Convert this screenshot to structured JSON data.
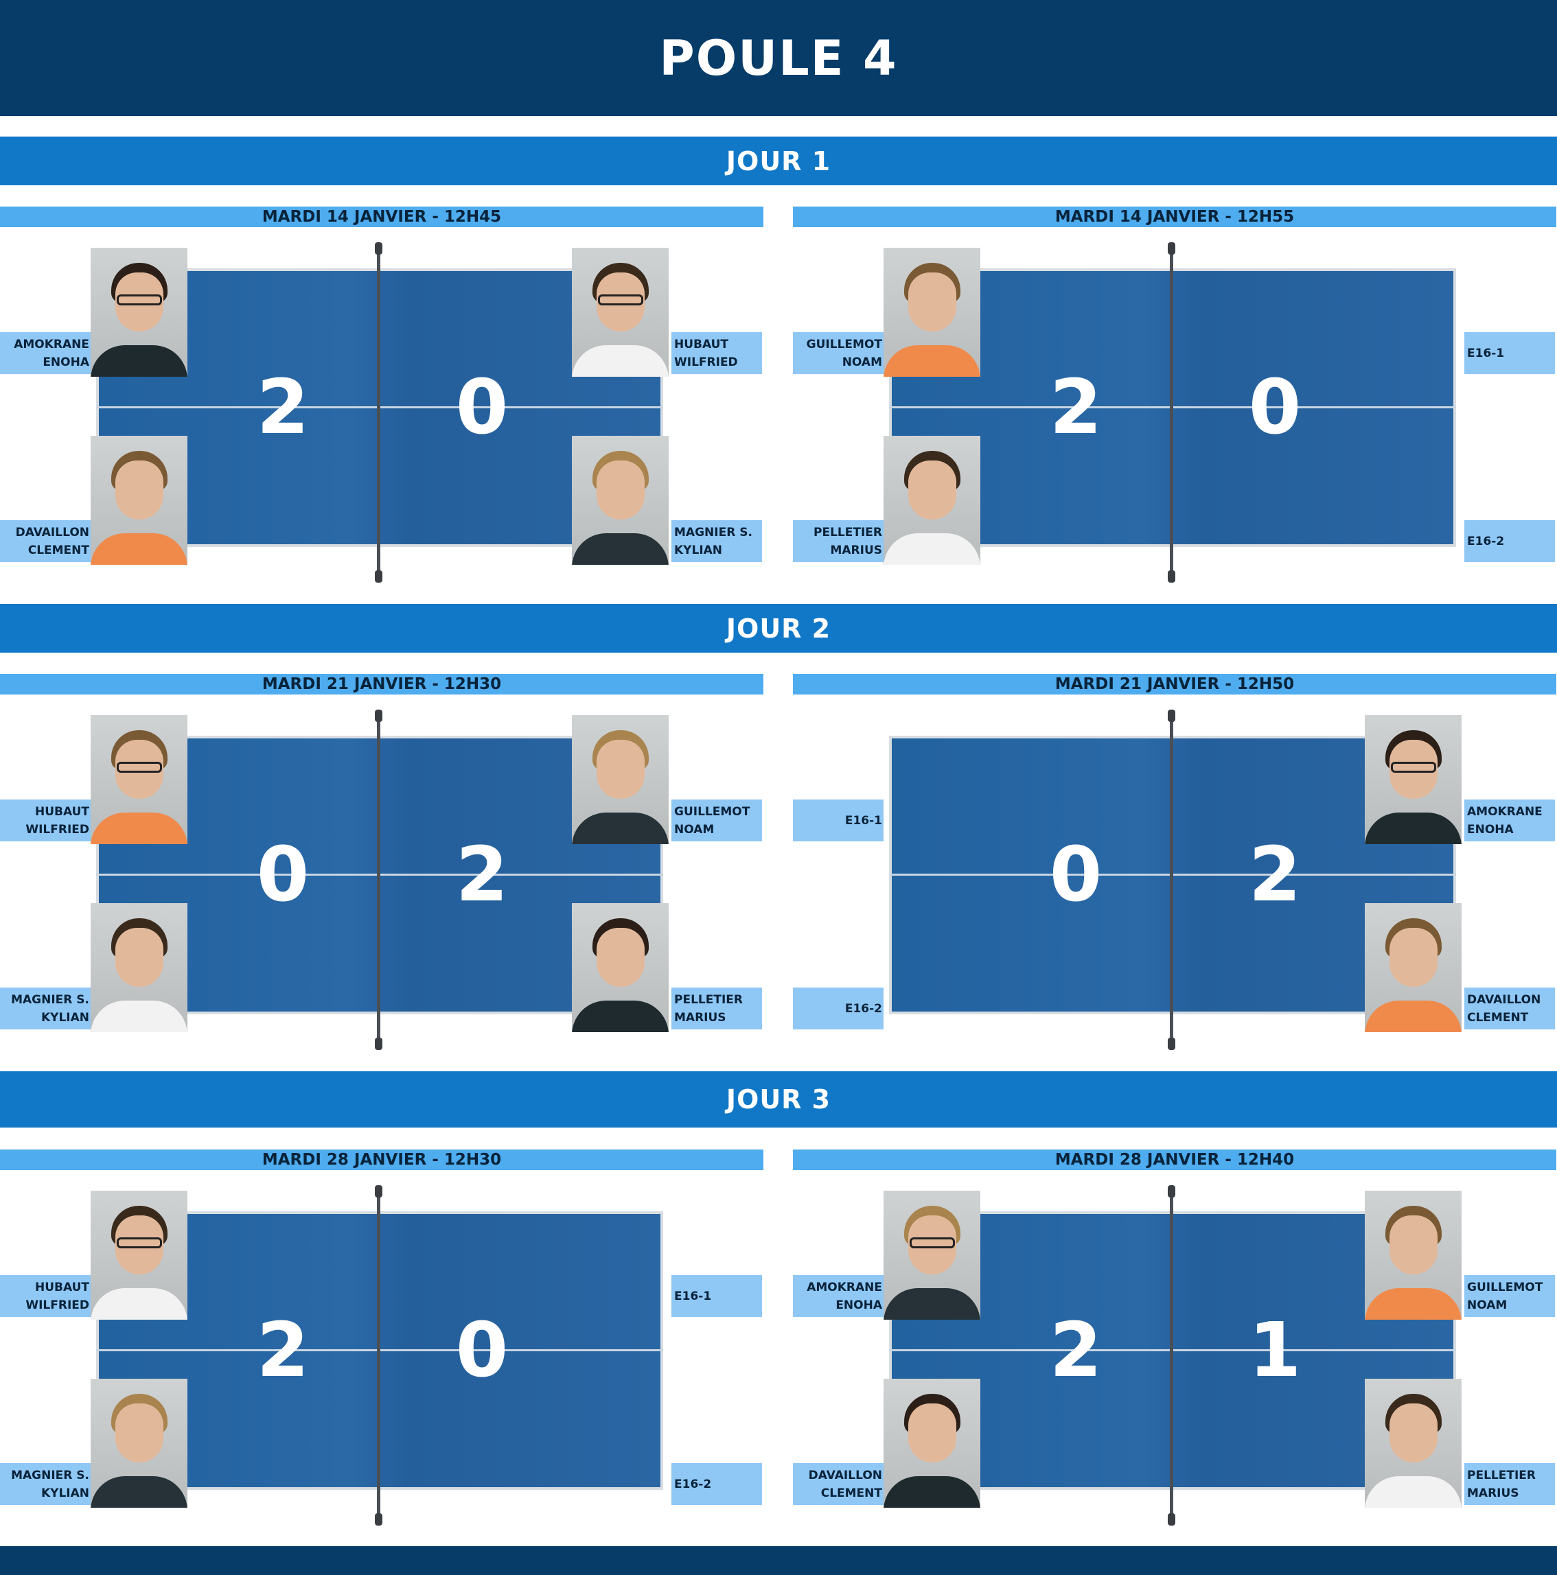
{
  "title": "POULE 4",
  "colors": {
    "header": "#073c69",
    "day_band": "#1178c7",
    "match_date": "#4eacef",
    "name_tag": "#8fc7f5",
    "table": "#2a68a6"
  },
  "days": [
    {
      "label": "JOUR 1",
      "matches": [
        {
          "date": "MARDI 14 JANVIER - 12H45",
          "score_left": "2",
          "score_right": "0",
          "left_top": {
            "line1": "AMOKRANE",
            "line2": "ENOHA",
            "photo": "player-photo"
          },
          "left_bottom": {
            "line1": "DAVAILLON",
            "line2": "CLEMENT",
            "photo": "player-photo"
          },
          "right_top": {
            "line1": "HUBAUT",
            "line2": "WILFRIED",
            "photo": "player-photo"
          },
          "right_bottom": {
            "line1": "MAGNIER S.",
            "line2": "KYLIAN",
            "photo": "player-photo"
          }
        },
        {
          "date": "MARDI 14 JANVIER - 12H55",
          "score_left": "2",
          "score_right": "0",
          "left_top": {
            "line1": "GUILLEMOT",
            "line2": "NOAM",
            "photo": "player-photo"
          },
          "left_bottom": {
            "line1": "PELLETIER",
            "line2": "MARIUS",
            "photo": "player-photo"
          },
          "right_top": {
            "line1": "E16-1",
            "line2": ""
          },
          "right_bottom": {
            "line1": "E16-2",
            "line2": ""
          }
        }
      ]
    },
    {
      "label": "JOUR 2",
      "matches": [
        {
          "date": "MARDI 21 JANVIER - 12H30",
          "score_left": "0",
          "score_right": "2",
          "left_top": {
            "line1": "HUBAUT",
            "line2": "WILFRIED",
            "photo": "player-photo"
          },
          "left_bottom": {
            "line1": "MAGNIER S.",
            "line2": "KYLIAN",
            "photo": "player-photo"
          },
          "right_top": {
            "line1": "GUILLEMOT",
            "line2": "NOAM",
            "photo": "player-photo"
          },
          "right_bottom": {
            "line1": "PELLETIER",
            "line2": "MARIUS",
            "photo": "player-photo"
          }
        },
        {
          "date": "MARDI 21 JANVIER - 12H50",
          "score_left": "0",
          "score_right": "2",
          "left_top": {
            "line1": "E16-1",
            "line2": ""
          },
          "left_bottom": {
            "line1": "E16-2",
            "line2": ""
          },
          "right_top": {
            "line1": "AMOKRANE",
            "line2": "ENOHA",
            "photo": "player-photo"
          },
          "right_bottom": {
            "line1": "DAVAILLON",
            "line2": "CLEMENT",
            "photo": "player-photo"
          }
        }
      ]
    },
    {
      "label": "JOUR 3",
      "matches": [
        {
          "date": "MARDI 28 JANVIER - 12H30",
          "score_left": "2",
          "score_right": "0",
          "left_top": {
            "line1": "HUBAUT",
            "line2": "WILFRIED",
            "photo": "player-photo"
          },
          "left_bottom": {
            "line1": "MAGNIER S.",
            "line2": "KYLIAN",
            "photo": "player-photo"
          },
          "right_top": {
            "line1": "E16-1",
            "line2": ""
          },
          "right_bottom": {
            "line1": "E16-2",
            "line2": ""
          }
        },
        {
          "date": "MARDI 28 JANVIER - 12H40",
          "score_left": "2",
          "score_right": "1",
          "left_top": {
            "line1": "AMOKRANE",
            "line2": "ENOHA",
            "photo": "player-photo"
          },
          "left_bottom": {
            "line1": "DAVAILLON",
            "line2": "CLEMENT",
            "photo": "player-photo"
          },
          "right_top": {
            "line1": "GUILLEMOT",
            "line2": "NOAM",
            "photo": "player-photo"
          },
          "right_bottom": {
            "line1": "PELLETIER",
            "line2": "MARIUS",
            "photo": "player-photo"
          }
        }
      ]
    }
  ]
}
